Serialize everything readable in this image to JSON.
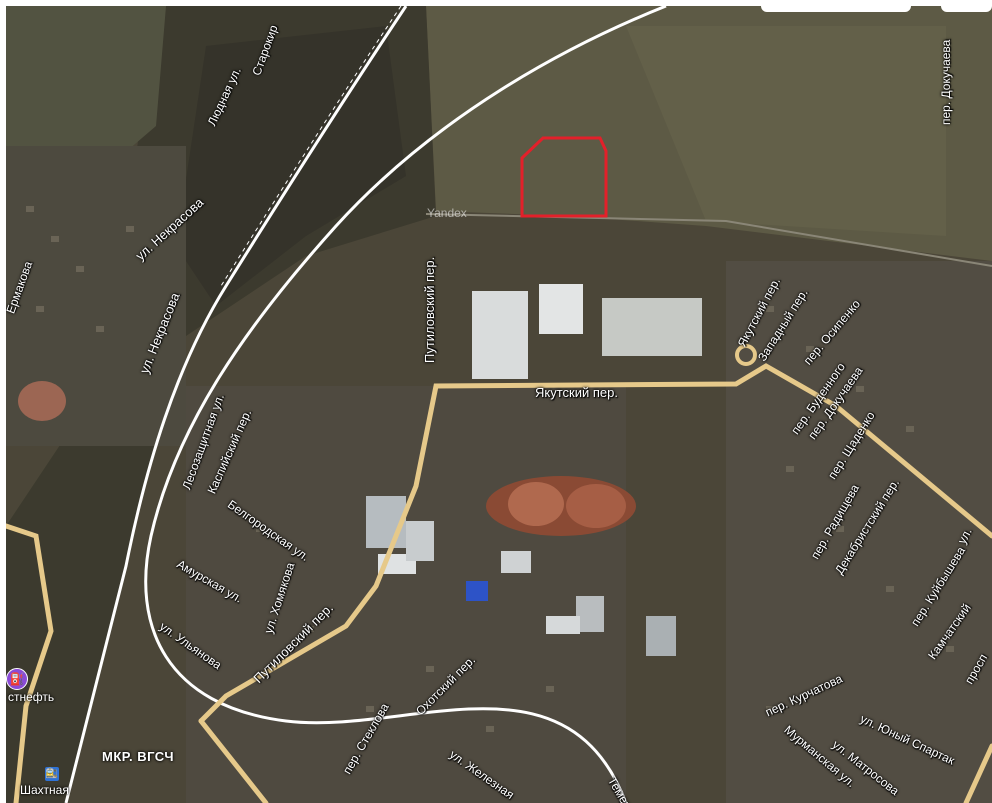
{
  "map": {
    "watermark": "Yandex",
    "district_label": "МКР. ВГСЧ",
    "poi": {
      "label": "стнефть",
      "icon": "fuel-station-icon"
    },
    "station": {
      "label": "Шахтная",
      "icon": "train-station-icon"
    },
    "highlight_color": "#e3202a",
    "road_color": "#e6c98a",
    "streets": [
      "Людная ул.",
      "Старокир",
      "Ермакова",
      "ул. Некрасова",
      "ул. Некрасова",
      "Путиловский пер.",
      "Якутский пер.",
      "Якутский пер.",
      "Западный пер.",
      "пер. Осипенко",
      "пер. Буденного",
      "пер. Докучаева",
      "пер. Докучаева",
      "пер. Щаденко",
      "пер. Радищева",
      "Декабристский пер.",
      "пер. Куйбышева",
      "Камчатский",
      "просп",
      "Лесозащитная ул.",
      "Каспийский пер.",
      "Белгородская ул.",
      "Амурская ул.",
      "ул. Хомякова",
      "ул. Ульянова",
      "Путиловский пер.",
      "пер. Стеклова",
      "Охотский пер.",
      "ул. Железная",
      "Темерн",
      "пер. Курчатова",
      "Мурманская ул.",
      "ул. Матросова",
      "ул. Юный Спартак",
      "ул."
    ]
  }
}
